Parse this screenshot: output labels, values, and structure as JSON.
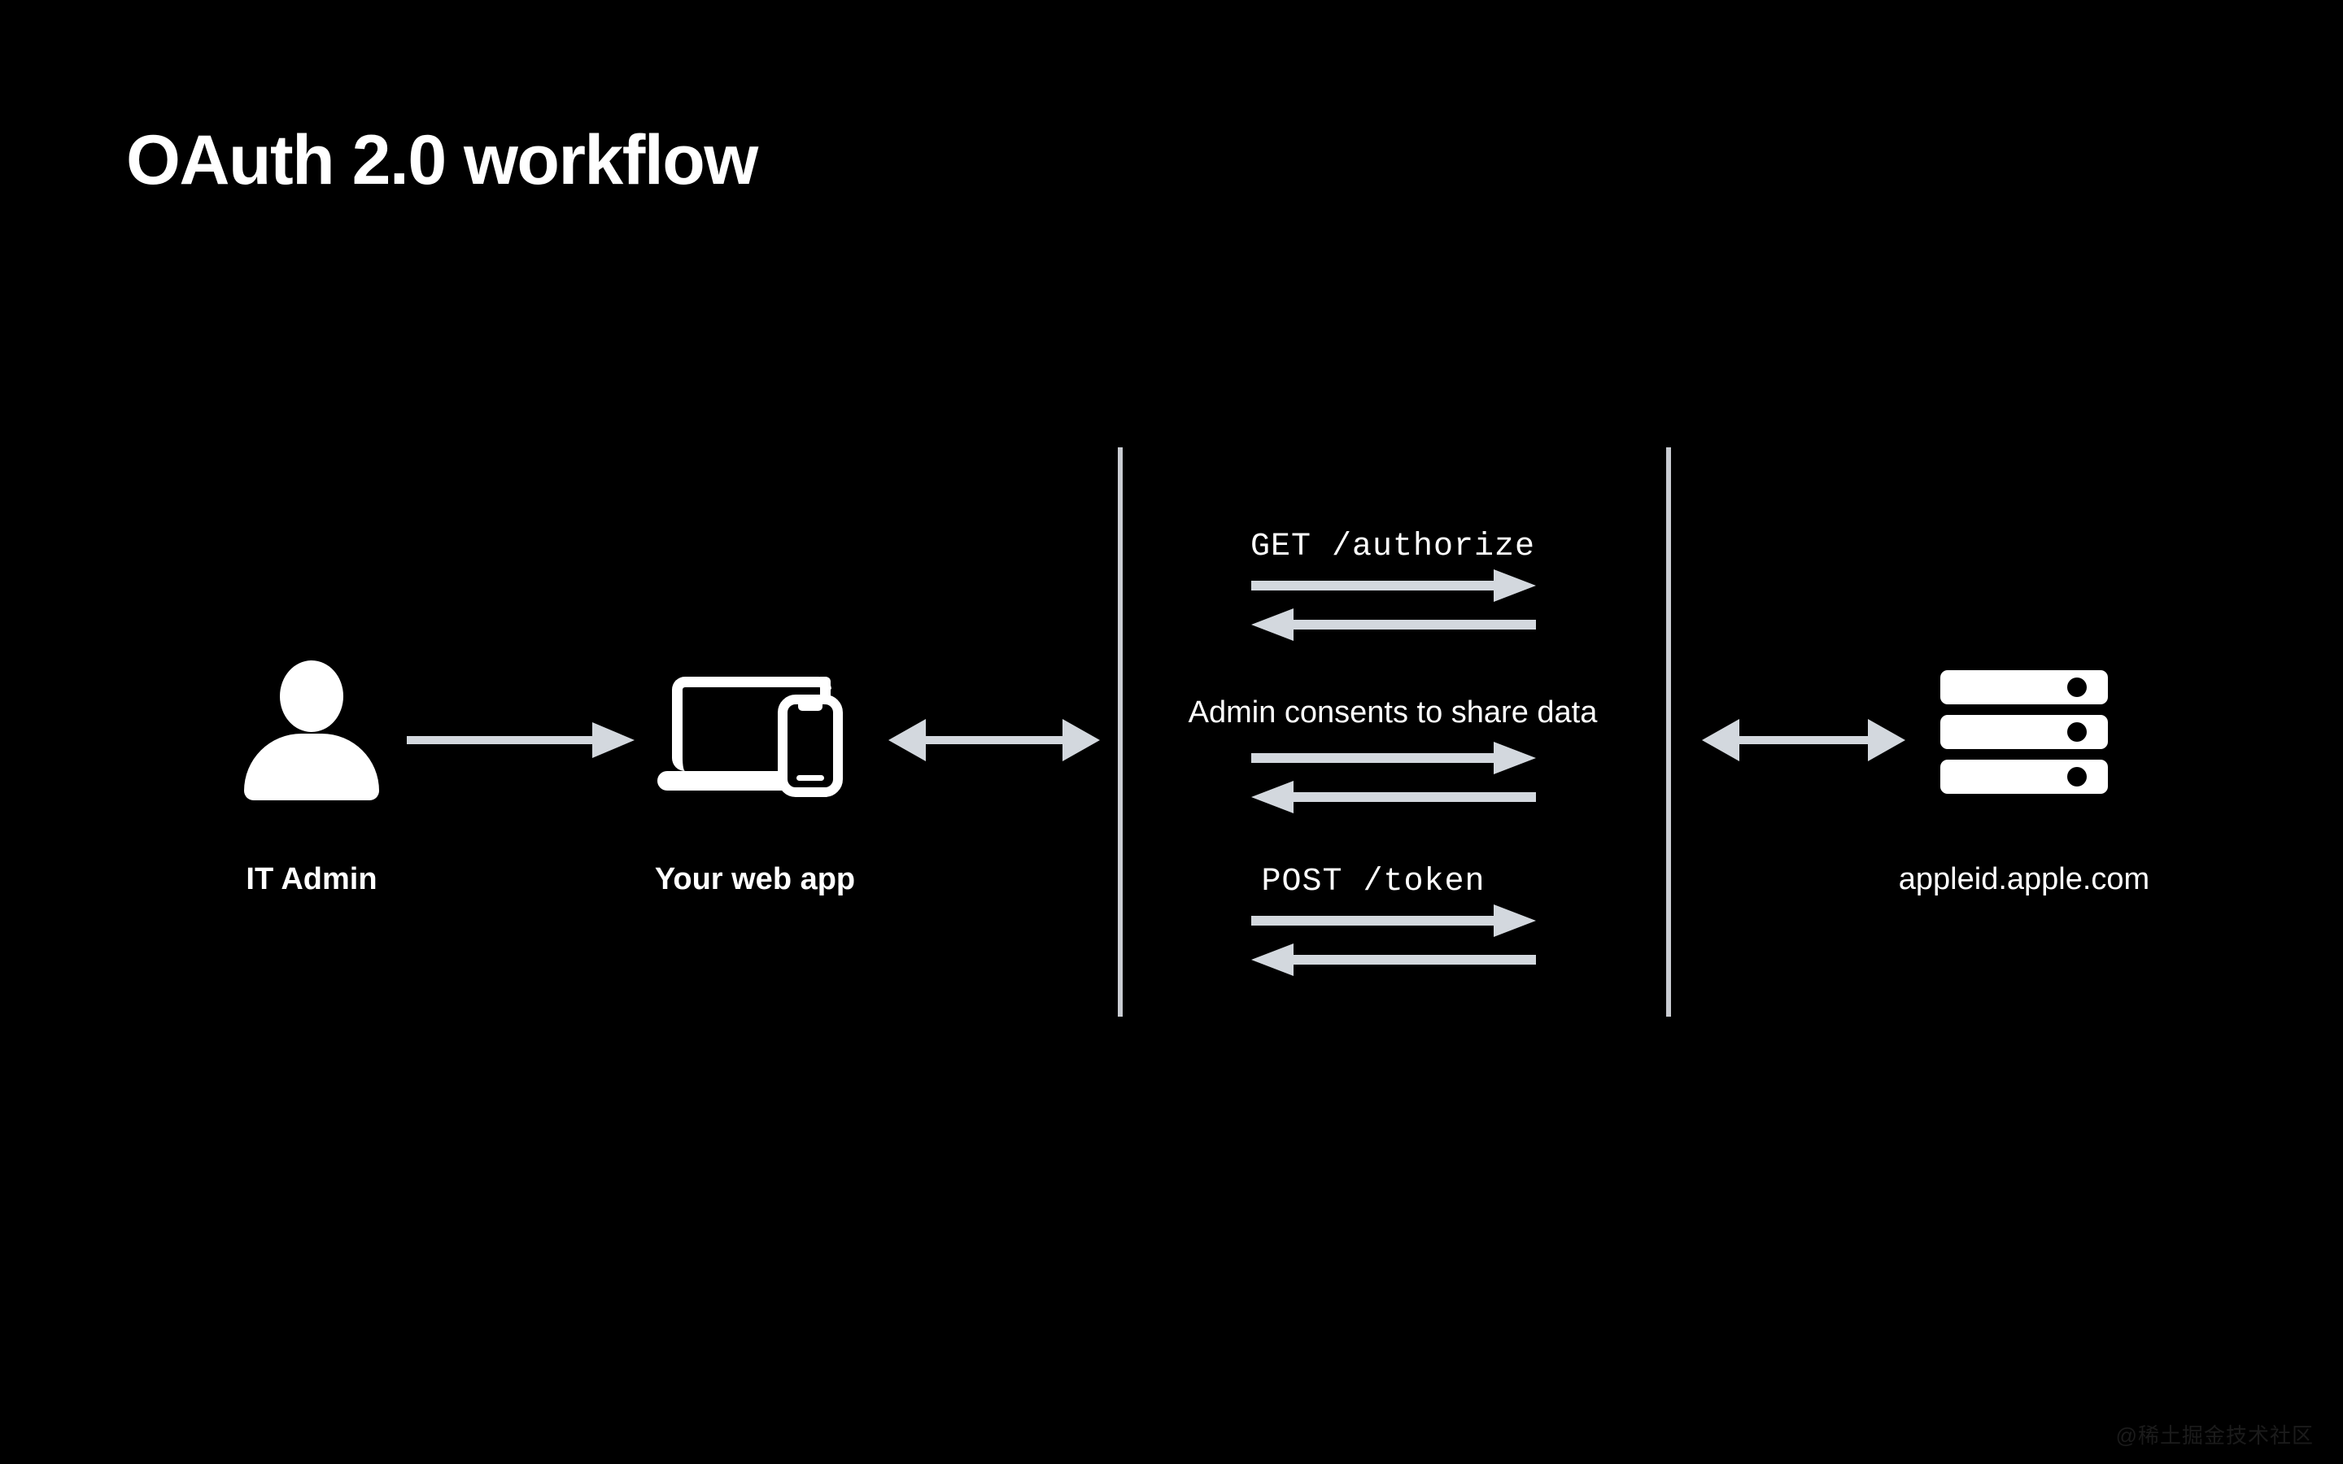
{
  "page": {
    "title": "OAuth 2.0 workflow",
    "background_color": "#000000",
    "foreground_color": "#ffffff",
    "arrow_color": "#d3d8de",
    "divider_color": "#c9ccd2"
  },
  "actors": [
    {
      "id": "it-admin",
      "label": "IT Admin",
      "icon": "person-icon",
      "bold": true
    },
    {
      "id": "your-web-app",
      "label": "Your web app",
      "icon": "laptop-phone-icon",
      "bold": true
    },
    {
      "id": "appleid",
      "label": "appleid.apple.com",
      "icon": "server-icon",
      "bold": false
    }
  ],
  "connectors": [
    {
      "id": "admin-to-app",
      "style": "single-arrow-right",
      "from": "it-admin",
      "to": "your-web-app"
    },
    {
      "id": "app-to-lane",
      "style": "double-arrow",
      "from": "your-web-app",
      "to": "exchange-lane"
    },
    {
      "id": "lane-to-appleid",
      "style": "double-arrow",
      "from": "exchange-lane",
      "to": "appleid"
    }
  ],
  "exchanges": [
    {
      "id": "authorize",
      "label": "GET /authorize",
      "label_style": "mono",
      "request_arrow": "arrow-right",
      "response_arrow": "arrow-left"
    },
    {
      "id": "consent",
      "label": "Admin consents to share data",
      "label_style": "prose",
      "request_arrow": "arrow-right",
      "response_arrow": "arrow-left"
    },
    {
      "id": "token",
      "label": "POST /token",
      "label_style": "mono",
      "request_arrow": "arrow-right",
      "response_arrow": "arrow-left"
    }
  ],
  "watermark": {
    "text": "@稀土掘金技术社区"
  }
}
